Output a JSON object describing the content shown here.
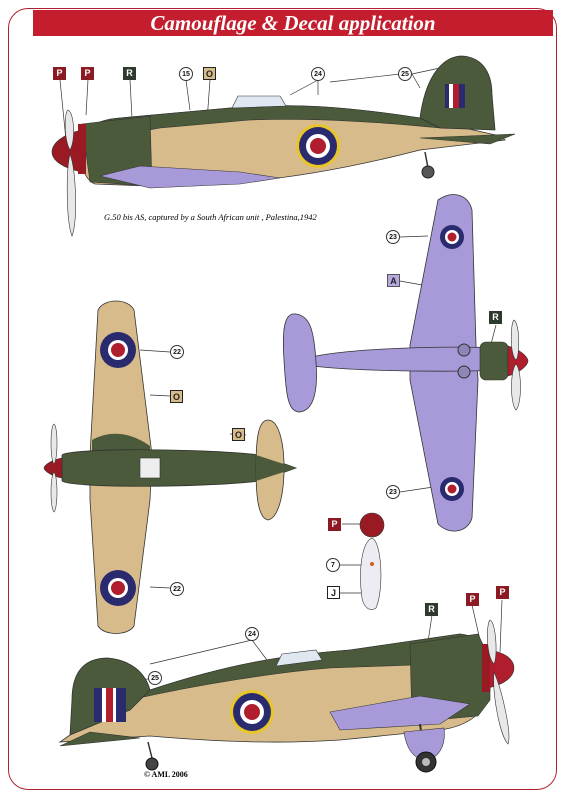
{
  "title": "Camouflage & Decal application",
  "caption": "G.50 bis AS, captured by a South African unit , Palestina,1942",
  "copyright": "© AML 2006",
  "colors": {
    "banner": "#c41e2e",
    "olive_green": "#4a5a3a",
    "sand": "#d8bb8a",
    "underside_lilac": "#a89ad8",
    "roundel_blue": "#2a2a6e",
    "roundel_red": "#b01e2e",
    "spinner_red": "#9a1a24"
  },
  "callouts": {
    "top_side": {
      "P1": "P",
      "P2": "P",
      "R": "R",
      "n15": "15",
      "O": "O",
      "n24": "24",
      "n25": "25"
    },
    "bottom_view": {
      "n23a": "23",
      "A": "A",
      "R": "R",
      "n23b": "23"
    },
    "top_view": {
      "n22a": "22",
      "O1": "O",
      "O2": "O",
      "n22b": "22"
    },
    "propeller": {
      "P": "P",
      "n7": "7",
      "J": "J"
    },
    "bottom_side": {
      "R": "R",
      "P1": "P",
      "P2": "P",
      "n24": "24",
      "n25": "25"
    }
  }
}
